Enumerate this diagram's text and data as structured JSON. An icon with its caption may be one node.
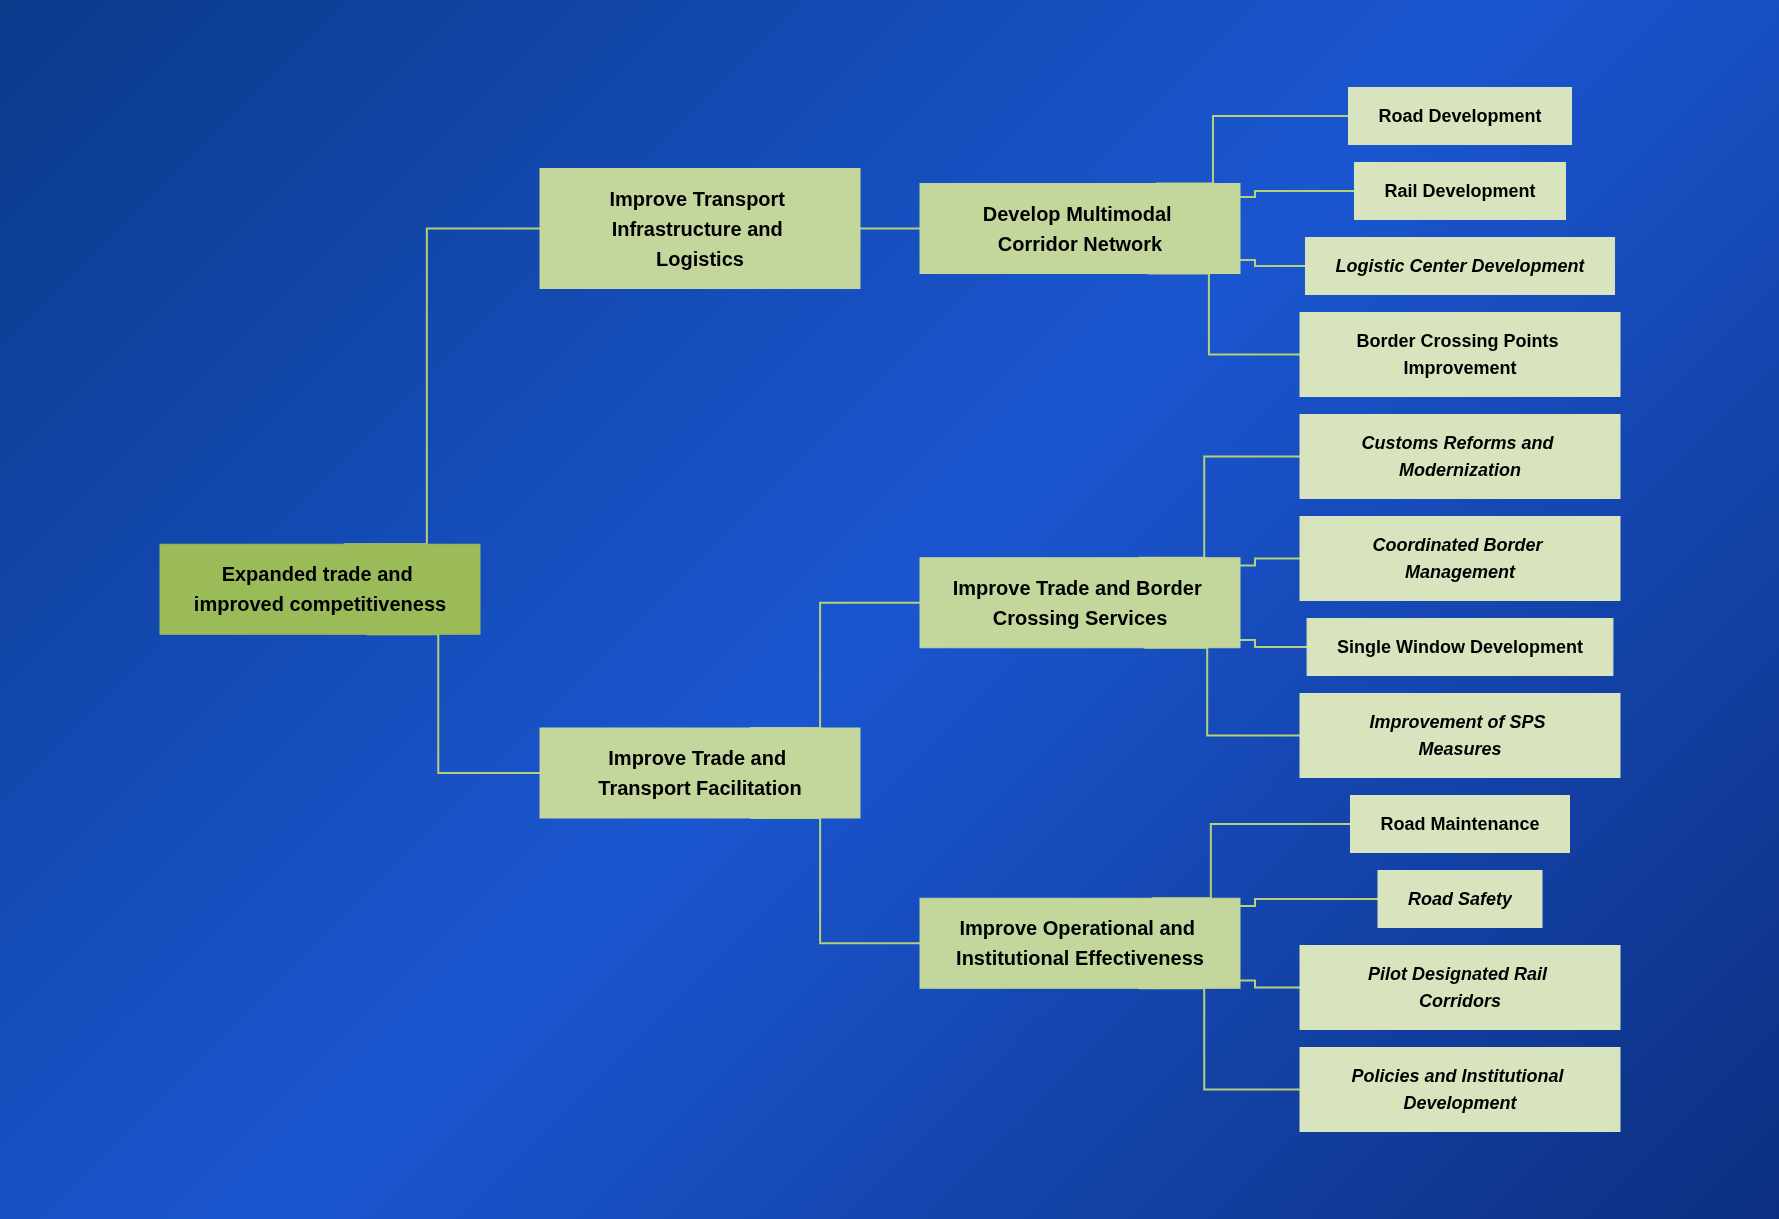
{
  "diagram": {
    "nodes": [
      {
        "text": [
          "Expanded trade and improved competitiveness"
        ]
      },
      {
        "text": [
          "Improve Transport Infrastructure and Logistics"
        ]
      },
      {
        "text": [
          "Improve Trade and Transport Facilitation"
        ]
      },
      {
        "text": [
          "Develop Multimodal Corridor Network"
        ]
      },
      {
        "text": [
          "Improve Trade and Border Crossing Services"
        ]
      },
      {
        "text": [
          "Improve Operational and Institutional Effectiveness"
        ]
      },
      {
        "text": [
          "Road Development"
        ]
      },
      {
        "text": [
          "Rail Development"
        ]
      },
      {
        "text": [
          "Logistic Center Development"
        ]
      },
      {
        "text": [
          "Border Crossing Points Improvement"
        ]
      },
      {
        "text": [
          "Customs Reforms and Modernization"
        ]
      },
      {
        "text": [
          "Coordinated Border Management"
        ]
      },
      {
        "text": [
          "Single Window Development"
        ]
      },
      {
        "text": [
          "Improvement of SPS Measures"
        ]
      },
      {
        "text": [
          "Road Maintenance"
        ]
      },
      {
        "text": [
          "Road Safety"
        ]
      },
      {
        "text": [
          "Pilot Designated Rail Corridors"
        ]
      },
      {
        "text": [
          "Policies and Institutional Development"
        ]
      }
    ],
    "edges": [
      {
        "from": 0,
        "to": 1,
        "arrow": "none"
      },
      {
        "from": 0,
        "to": 2,
        "arrow": "none"
      },
      {
        "from": 1,
        "to": 3,
        "arrow": "none"
      },
      {
        "from": 2,
        "to": 4,
        "arrow": "none"
      },
      {
        "from": 2,
        "to": 5,
        "arrow": "none"
      },
      {
        "from": 3,
        "to": 6,
        "arrow": "none"
      },
      {
        "from": 3,
        "to": 7,
        "arrow": "none"
      },
      {
        "from": 3,
        "to": 8,
        "arrow": "none"
      },
      {
        "from": 3,
        "to": 9,
        "arrow": "none"
      },
      {
        "from": 4,
        "to": 10,
        "arrow": "none"
      },
      {
        "from": 4,
        "to": 11,
        "arrow": "none"
      },
      {
        "from": 4,
        "to": 12,
        "arrow": "none"
      },
      {
        "from": 4,
        "to": 13,
        "arrow": "none"
      },
      {
        "from": 5,
        "to": 14,
        "arrow": "none"
      },
      {
        "from": 5,
        "to": 15,
        "arrow": "none"
      },
      {
        "from": 5,
        "to": 16,
        "arrow": "none"
      },
      {
        "from": 5,
        "to": 17,
        "arrow": "none"
      }
    ]
  }
}
